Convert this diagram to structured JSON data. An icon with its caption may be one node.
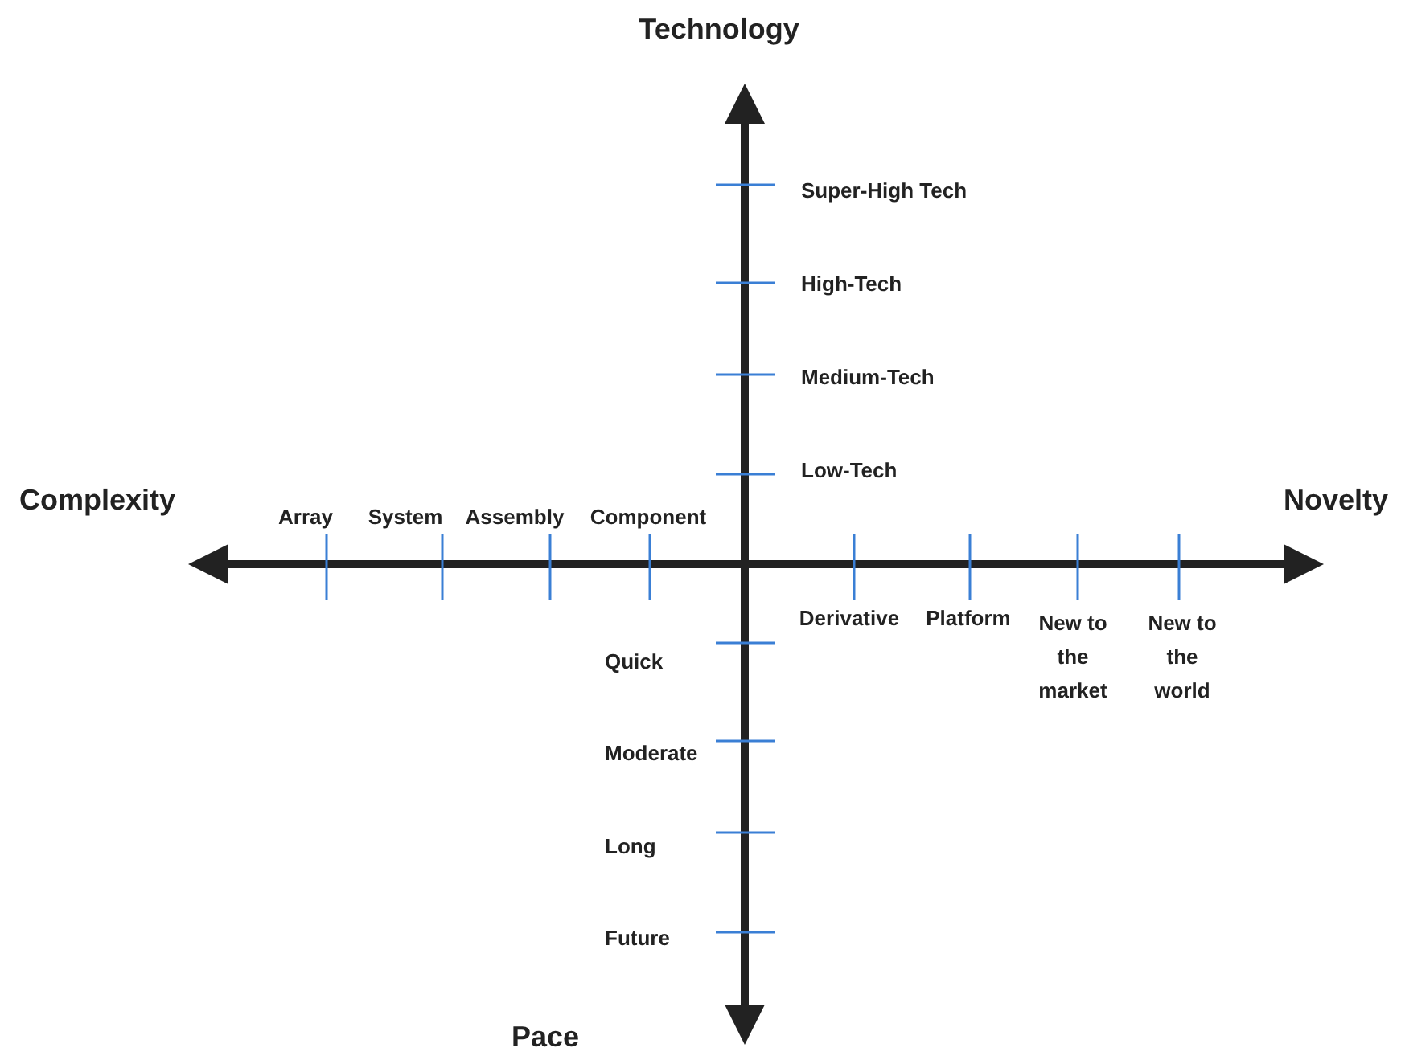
{
  "diagram": {
    "labels": [
      "Technology",
      "Super-High Tech",
      "High-Tech",
      "Medium-Tech",
      "Low-Tech",
      "Complexity",
      "Array",
      "System",
      "Assembly",
      "Component",
      "Novelty",
      "Derivative",
      "Platform",
      "New to the market",
      "New to the world",
      "Quick",
      "Moderate",
      "Long",
      "Future",
      "Pace"
    ]
  }
}
